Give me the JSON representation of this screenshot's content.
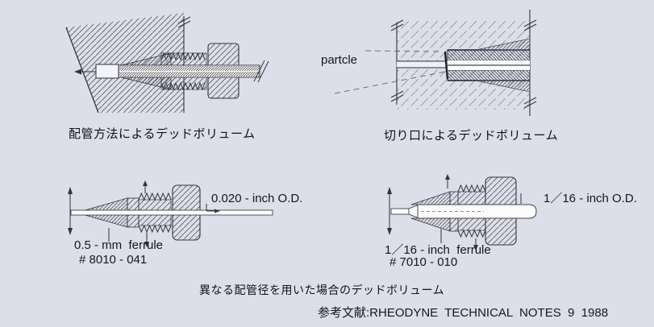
{
  "colors": {
    "background": "#dcdee9",
    "line": "#3b3b44",
    "text": "#17171c"
  },
  "figures": {
    "top_left": {
      "caption": "配管方法によるデッドボリューム"
    },
    "top_right": {
      "caption": "切り口によるデッドボリューム",
      "particle_label": "partcle"
    },
    "bottom_left": {
      "od_label": "0.020 - inch O.D.",
      "ferrule_label": "0.5 - mm  ferrule",
      "part_number": "# 8010 - 041"
    },
    "bottom_right": {
      "od_label": "1／16 - inch O.D.",
      "ferrule_label": "1／16 - inch  ferrule",
      "part_number": "# 7010 - 010"
    },
    "combined_caption": "異なる配管径を用いた場合のデッドボリューム",
    "reference": "参考文献:RHEODYNE  TECHNICAL  NOTES  9  1988"
  }
}
